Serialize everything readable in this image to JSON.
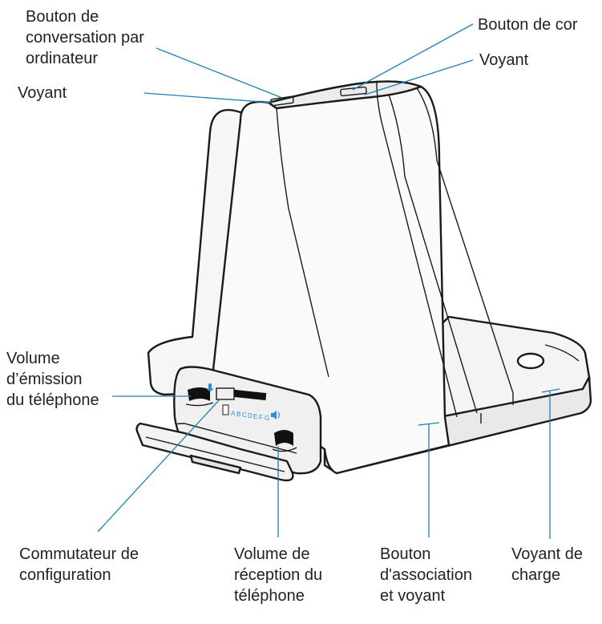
{
  "colors": {
    "leader": "#1f7fb5",
    "outline": "#1a1a1a",
    "text": "#222222",
    "accent_blue": "#2a8fd0"
  },
  "labels": {
    "pc_talk_button": "Bouton de\nconversation par\nordinateur",
    "pc_light": "Voyant",
    "phone_talk_button": "Bouton de cor",
    "phone_light": "Voyant",
    "phone_tx_volume": "Volume\nd’émission\ndu téléphone",
    "config_switch": "Commutateur de\nconfiguration",
    "phone_rx_volume": "Volume de\nréception du\ntéléphone",
    "pair_button": "Bouton\nd'association\net voyant",
    "charge_light": "Voyant de\ncharge"
  },
  "switch_letters": [
    "A",
    "B",
    "C",
    "D",
    "E",
    "F",
    "G"
  ],
  "icons": [
    "microphone-icon",
    "speaker-icon"
  ]
}
